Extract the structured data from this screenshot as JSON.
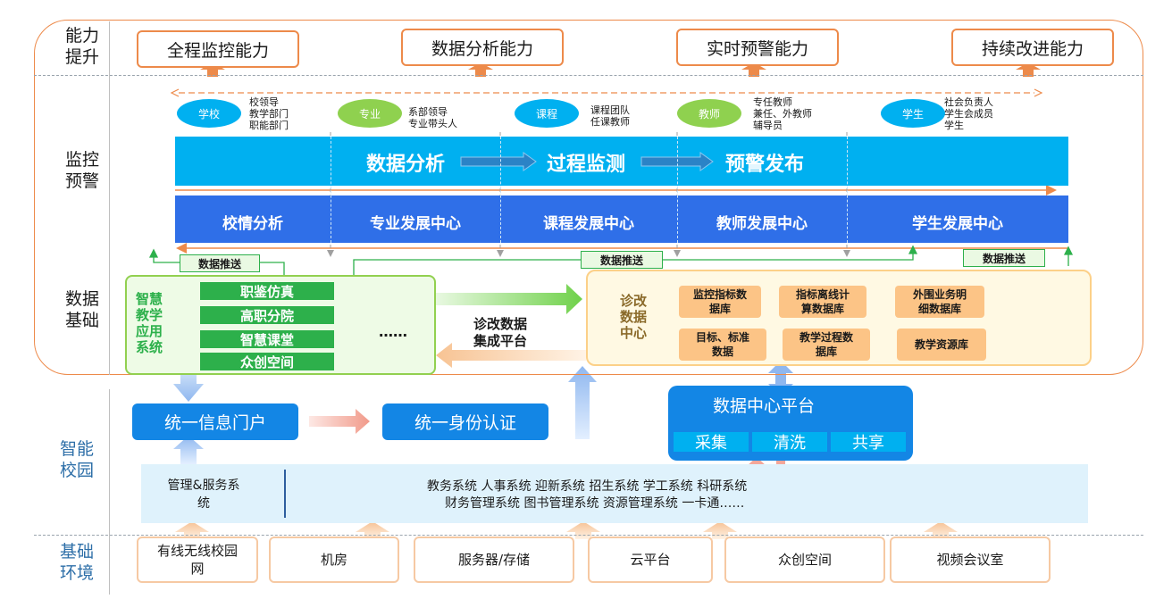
{
  "row_labels": {
    "capability": "能力\n提升",
    "monitor": "监控\n预警",
    "data_base": "数据\n基础",
    "smart_campus": "智能\n校园",
    "infra": "基础\n环境"
  },
  "capabilities": [
    "全程监控能力",
    "数据分析能力",
    "实时预警能力",
    "持续改进能力"
  ],
  "roles": [
    {
      "name": "学校",
      "members": "校领导\n教学部门\n职能部门",
      "color": "#00b0f0"
    },
    {
      "name": "专业",
      "members": "系部领导\n专业带头人",
      "color": "#8fd14f"
    },
    {
      "name": "课程",
      "members": "课程团队\n任课教师",
      "color": "#00b0f0"
    },
    {
      "name": "教师",
      "members": "专任教师\n兼任、外教师\n辅导员",
      "color": "#8fd14f"
    },
    {
      "name": "学生",
      "members": "社会负责人\n学生会成员\n学生",
      "color": "#00b0f0"
    }
  ],
  "flow": {
    "step1": "数据分析",
    "step2": "过程监测",
    "step3": "预警发布"
  },
  "centers": [
    "校情分析",
    "专业发展中心",
    "课程发展中心",
    "教师发展中心",
    "学生发展中心"
  ],
  "data_push": "数据推送",
  "smart_apps": {
    "title": "智慧\n教学\n应用\n系统",
    "items": [
      "职鉴仿真",
      "高职分院",
      "智慧课堂",
      "众创空间"
    ],
    "more": "……"
  },
  "integration_platform": "诊改数据\n集成平台",
  "diag_center": {
    "title": "诊改\n数据\n中心",
    "dbs": [
      "监控指标数\n据库",
      "指标离线计\n算数据库",
      "外围业务明\n细数据库",
      "目标、标准\n数据",
      "教学过程数\n据库",
      "教学资源库"
    ]
  },
  "portal": "统一信息门户",
  "auth": "统一身份认证",
  "data_platform": {
    "title": "数据中心平台",
    "subs": [
      "采集",
      "清洗",
      "共享"
    ]
  },
  "systems": {
    "left": "管理&服务系\n统",
    "line1": "教务系统 人事系统 迎新系统 招生系统 学工系统 科研系统",
    "line2": "财务管理系统 图书管理系统 资源管理系统 一卡通……"
  },
  "infra": [
    "有线无线校园\n网",
    "机房",
    "服务器/存储",
    "云平台",
    "众创空间",
    "视频会议室"
  ],
  "colors": {
    "orange": "#ed8a4a",
    "cyan": "#00b0f0",
    "royal": "#2f6fe8",
    "green": "#2db04b",
    "light_blue": "#1386e5"
  }
}
